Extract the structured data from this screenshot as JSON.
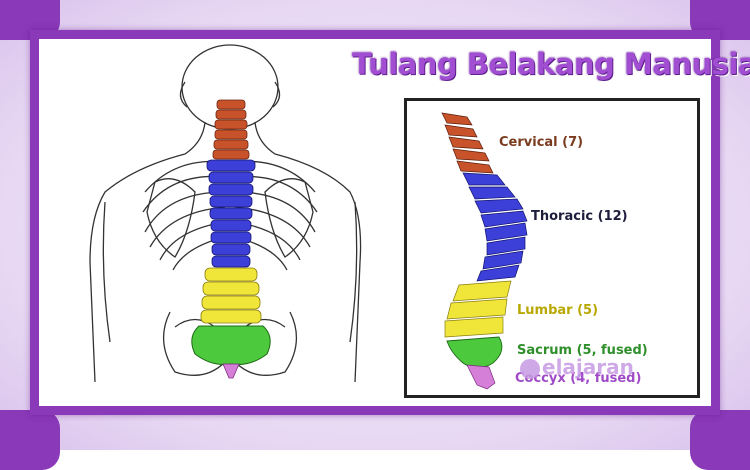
{
  "title": "Tulang Belakang Manusia",
  "labels": {
    "cervical": "Cervical (7)",
    "thoracic": "Thoracic (12)",
    "lumbar": "Lumbar (5)",
    "sacrum": "Sacrum (5, fused)",
    "coccyx": "Coccyx (4, fused)"
  },
  "watermark": "elajaran",
  "colors": {
    "frame": "#8a39b8",
    "cervical": "#c8532a",
    "thoracic": "#3c3fd8",
    "lumbar": "#f0e63a",
    "sacrum": "#4cc93d",
    "coccyx": "#d67fd9",
    "cervical_text": "#7a3b1f",
    "thoracic_text": "#1e1e3c",
    "lumbar_text": "#b8a800",
    "sacrum_text": "#2f8f2a",
    "coccyx_text": "#a04ac8"
  }
}
